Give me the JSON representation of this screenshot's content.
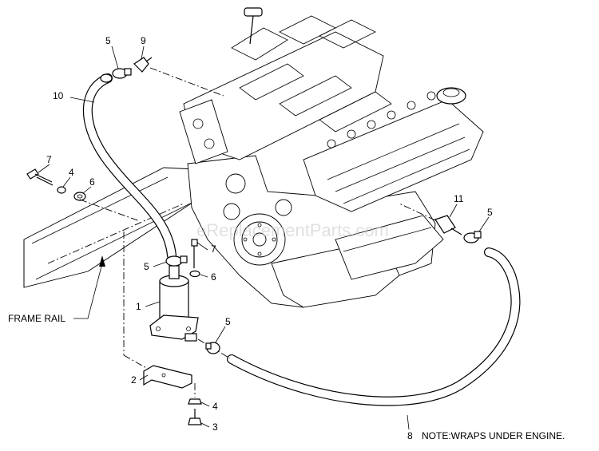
{
  "callouts": {
    "c1": "1",
    "c2": "2",
    "c3": "3",
    "c4a": "4",
    "c4b": "4",
    "c5a": "5",
    "c5b": "5",
    "c5c": "5",
    "c5d": "5",
    "c6a": "6",
    "c6b": "6",
    "c7a": "7",
    "c7b": "7",
    "c8": "8",
    "c9": "9",
    "c10": "10",
    "c11": "11"
  },
  "labels": {
    "frame_rail": "FRAME RAIL",
    "note": "NOTE:WRAPS UNDER ENGINE."
  },
  "watermark": "eReplacementParts.com"
}
